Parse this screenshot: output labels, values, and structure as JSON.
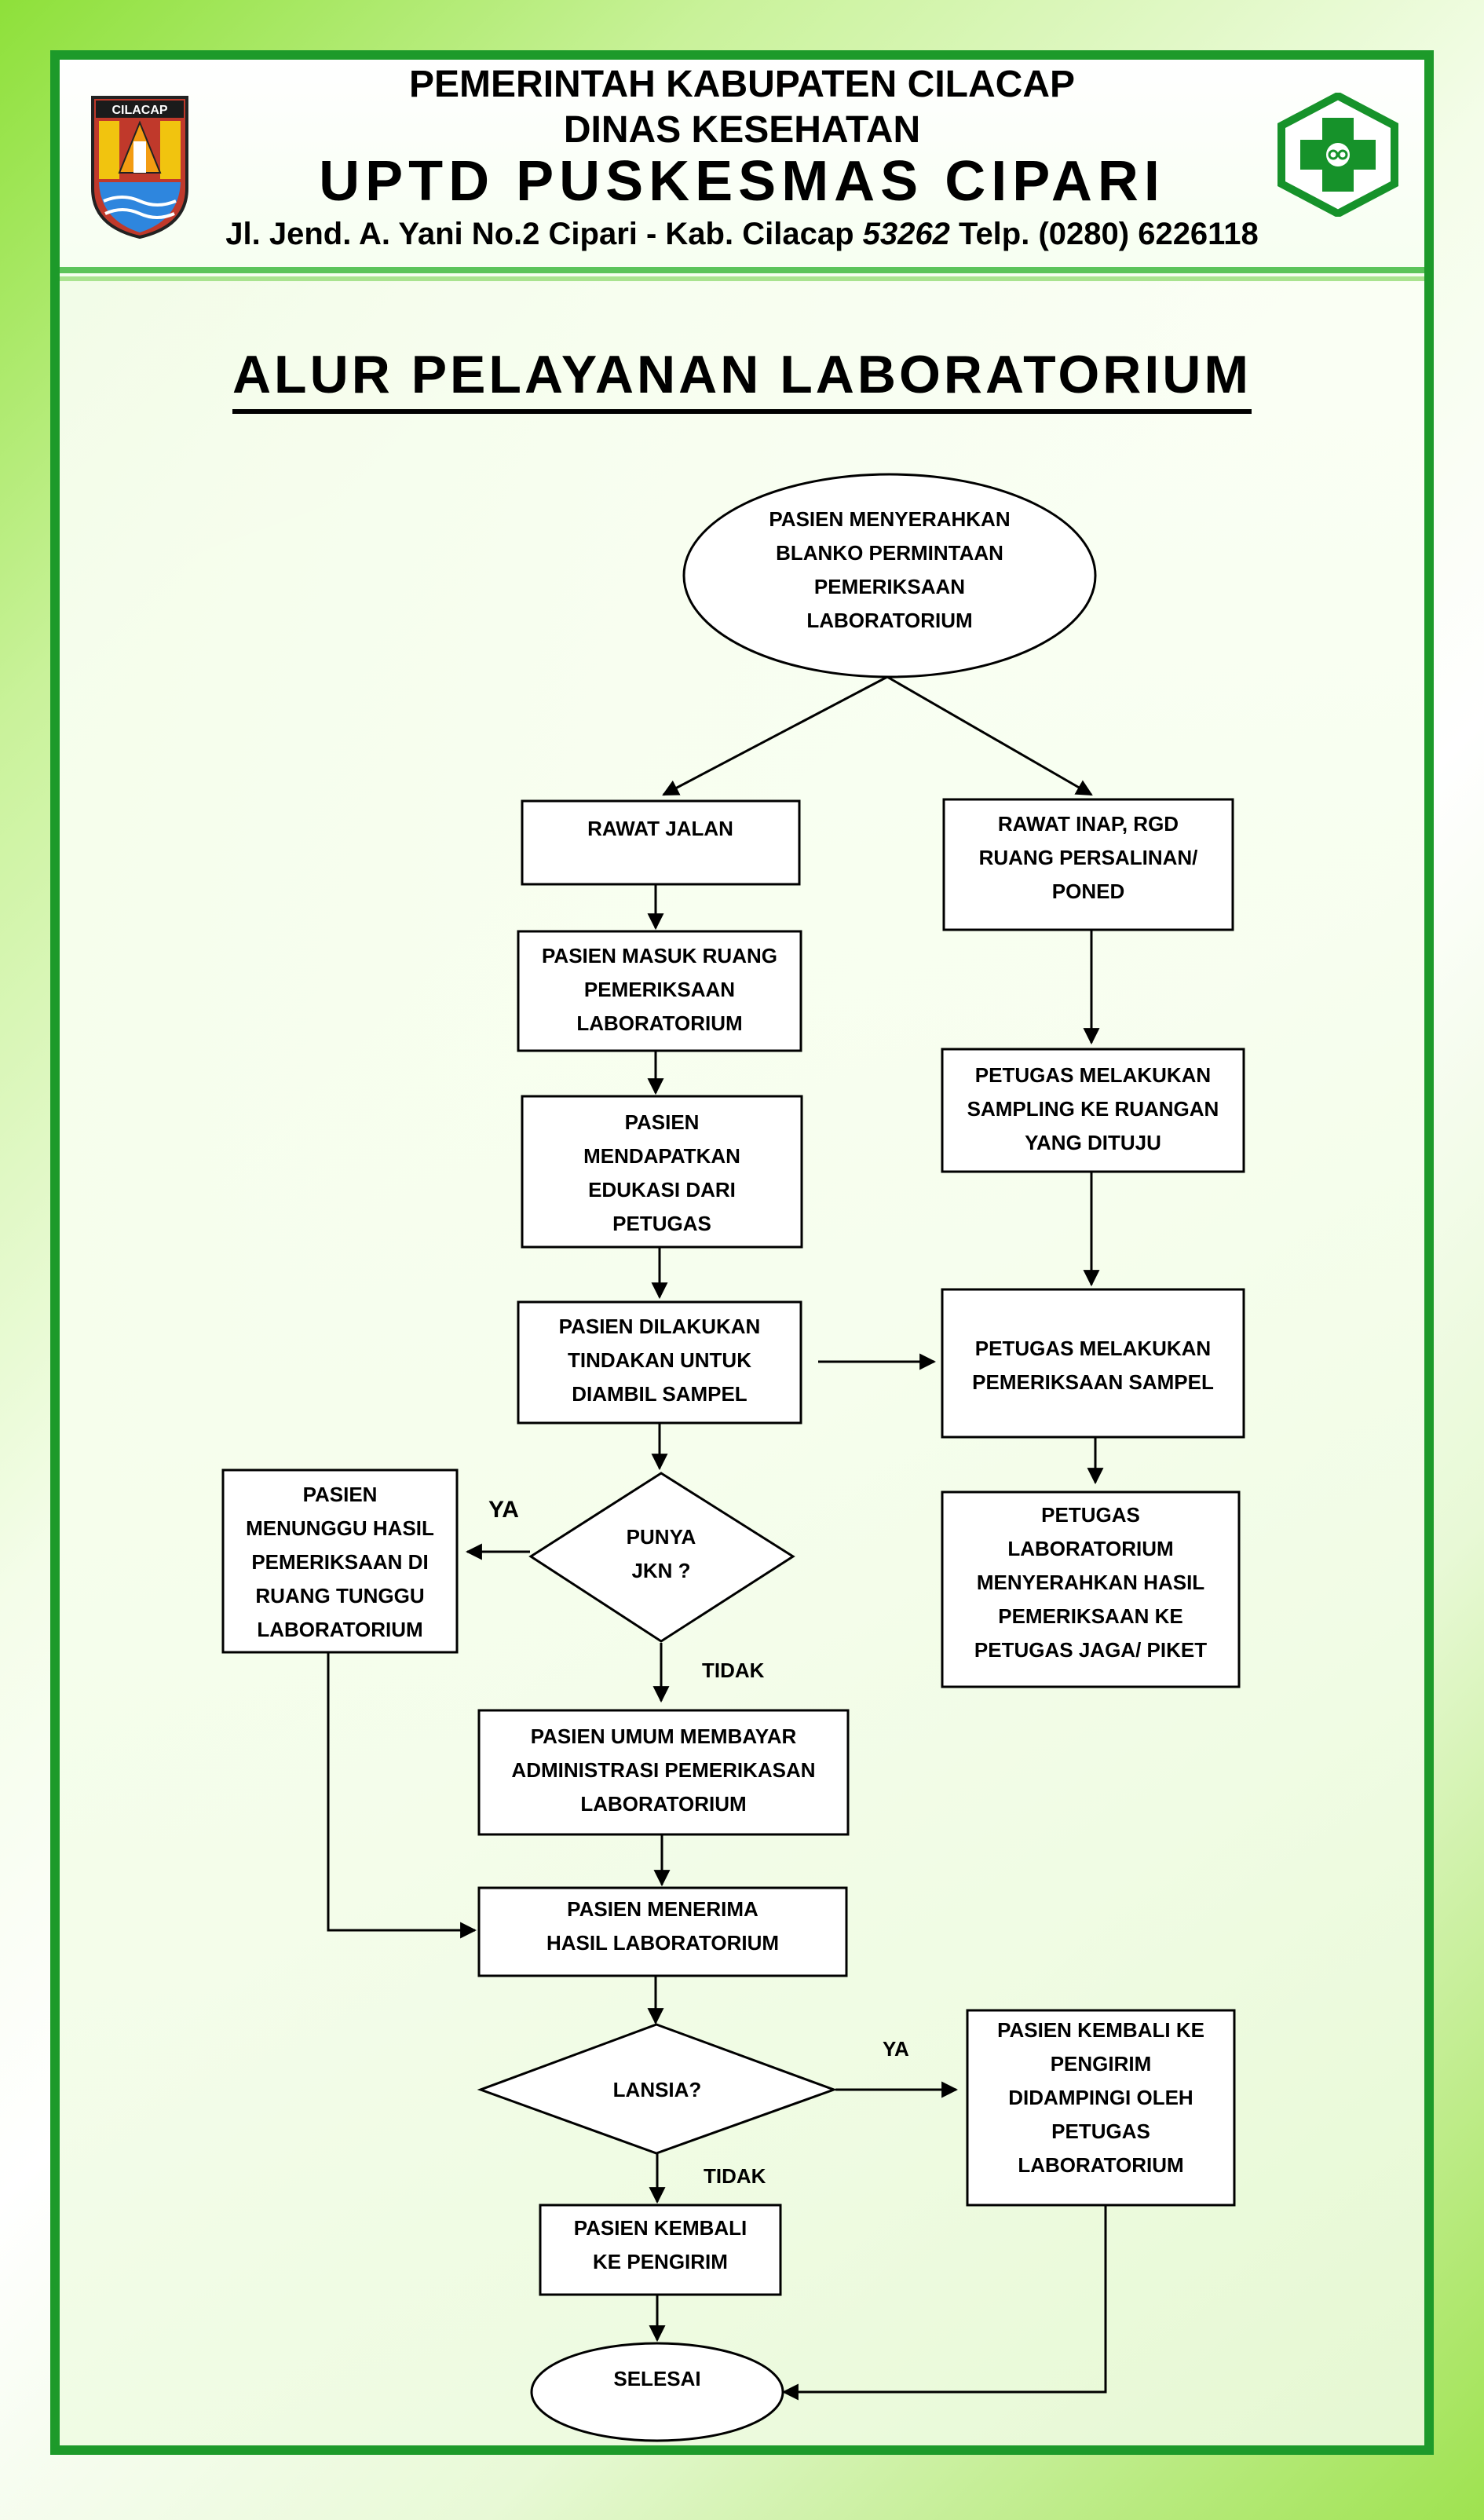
{
  "header": {
    "line1": "PEMERINTAH KABUPATEN CILACAP",
    "line2": "DINAS KESEHATAN",
    "line3": "UPTD PUSKESMAS CIPARI",
    "address_a": "Jl. Jend. A. Yani No.2 Cipari - Kab. Cilacap ",
    "address_postal": "53262",
    "address_b": " Telp. (0280) 6226118",
    "logo_left_text": "CILACAP"
  },
  "title": "ALUR PELAYANAN LABORATORIUM",
  "nodes": {
    "start": [
      "PASIEN MENYERAHKAN",
      "BLANKO PERMINTAAN",
      "PEMERIKSAAN",
      "LABORATORIUM"
    ],
    "rawat_jalan": [
      "RAWAT JALAN"
    ],
    "rawat_inap": [
      "RAWAT INAP, RGD",
      "RUANG PERSALINAN/",
      "PONED"
    ],
    "masuk_ruang": [
      "PASIEN MASUK RUANG",
      "PEMERIKSAAN",
      "LABORATORIUM"
    ],
    "sampling": [
      "PETUGAS MELAKUKAN",
      "SAMPLING KE RUANGAN",
      "YANG DITUJU"
    ],
    "edukasi": [
      "PASIEN",
      "MENDAPATKAN",
      "EDUKASI DARI",
      "PETUGAS"
    ],
    "diambil_sampel": [
      "PASIEN DILAKUKAN",
      "TINDAKAN UNTUK",
      "DIAMBIL SAMPEL"
    ],
    "periksa_sampel": [
      "PETUGAS MELAKUKAN",
      "PEMERIKSAAN SAMPEL"
    ],
    "menunggu": [
      "PASIEN",
      "MENUNGGU HASIL",
      "PEMERIKSAAN DI",
      "RUANG TUNGGU",
      "LABORATORIUM"
    ],
    "jkn": [
      "PUNYA",
      "JKN ?"
    ],
    "serahkan_hasil": [
      "PETUGAS",
      "LABORATORIUM",
      "MENYERAHKAN HASIL",
      "PEMERIKSAAN KE",
      "PETUGAS JAGA/ PIKET"
    ],
    "bayar": [
      "PASIEN UMUM MEMBAYAR",
      "ADMINISTRASI PEMERIKASAN",
      "LABORATORIUM"
    ],
    "terima_hasil": [
      "PASIEN MENERIMA",
      "HASIL LABORATORIUM"
    ],
    "lansia": [
      "LANSIA?"
    ],
    "kembali_didampingi": [
      "PASIEN KEMBALI KE",
      "PENGIRIM",
      "DIDAMPINGI OLEH",
      "PETUGAS",
      "LABORATORIUM"
    ],
    "kembali": [
      "PASIEN KEMBALI",
      "KE PENGIRIM"
    ],
    "selesai": [
      "SELESAI"
    ]
  },
  "edge_labels": {
    "jkn_ya": "YA",
    "jkn_tidak": "TIDAK",
    "lansia_ya": "YA",
    "lansia_tidak": "TIDAK"
  }
}
